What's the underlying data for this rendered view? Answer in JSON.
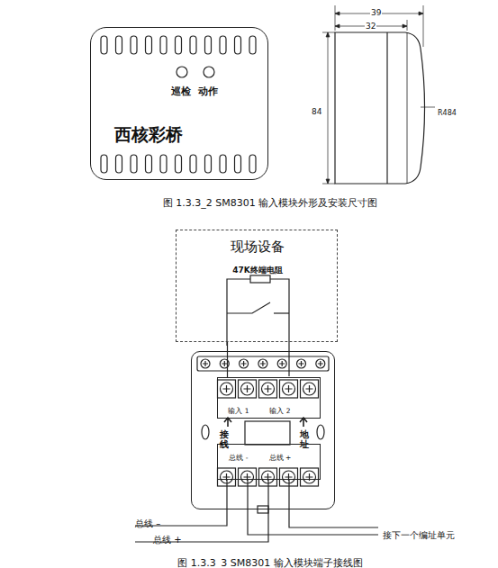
{
  "diagram": {
    "caption": "图 1.3.3_3 SM8301 输入模块端子接线图",
    "nodes": [
      {
        "text": [
          "西核彩桥"
        ]
      },
      {
        "text": [
          "现场设备",
          "47K终端电阻"
        ]
      },
      {
        "text": [
          "接线",
          "地址"
        ]
      },
      {
        "text": [
          "输入 1",
          "输入 2"
        ],
        "in": 2
      },
      {
        "text": [
          "总线 -",
          "总线 +"
        ],
        "in": 2
      }
    ],
    "edges": [
      {
        "from": 1,
        "to": 3,
        "arrow": "none"
      }
    ],
    "labels": [
      "巡检",
      "动作",
      "39",
      "32",
      "84",
      "R484",
      "图 1.3.3_2 SM8301 输入模块外形及安装尺寸图",
      "总线 –",
      "总线 +",
      "接下一个编址单元"
    ]
  }
}
